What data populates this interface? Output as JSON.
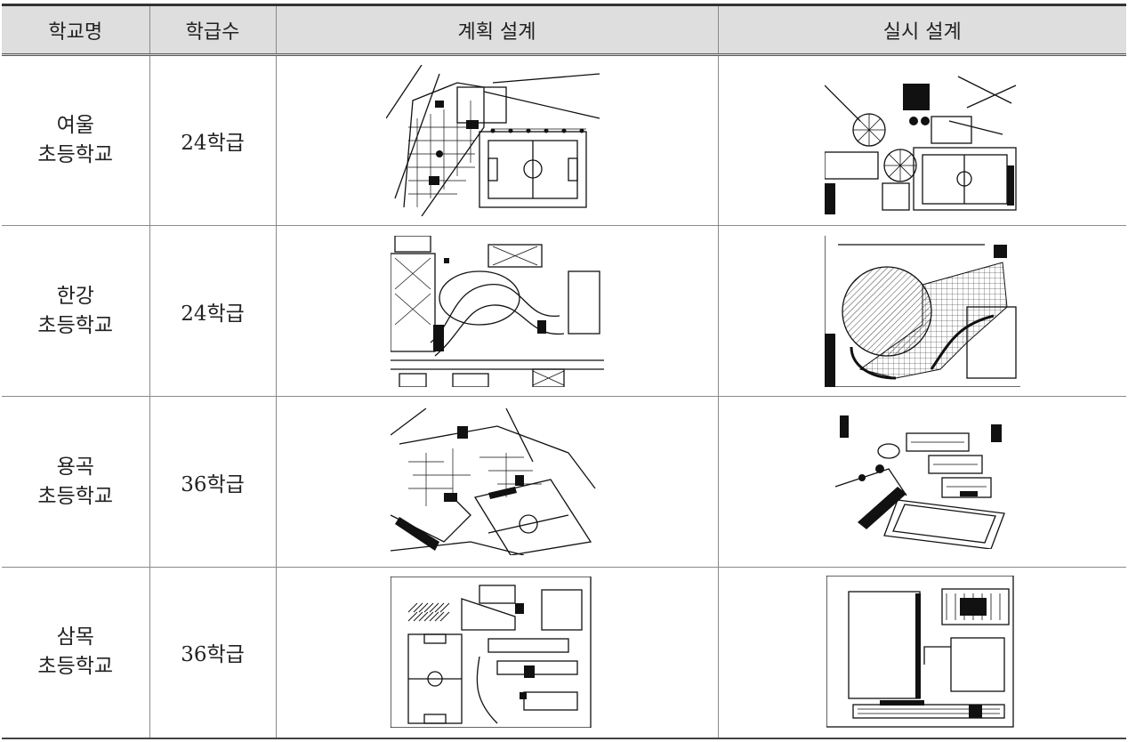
{
  "table": {
    "headers": [
      "학교명",
      "학급수",
      "계획 설계",
      "실시 설계"
    ],
    "rows": [
      {
        "name_line1": "여울",
        "name_line2": "초등학교",
        "classes": "24학급",
        "plan_icon": "site-plan-drawing",
        "exec_icon": "site-plan-drawing"
      },
      {
        "name_line1": "한강",
        "name_line2": "초등학교",
        "classes": "24학급",
        "plan_icon": "site-plan-drawing",
        "exec_icon": "site-plan-drawing"
      },
      {
        "name_line1": "용곡",
        "name_line2": "초등학교",
        "classes": "36학급",
        "plan_icon": "site-plan-drawing",
        "exec_icon": "site-plan-drawing"
      },
      {
        "name_line1": "삼목",
        "name_line2": "초등학교",
        "classes": "36학급",
        "plan_icon": "site-plan-drawing",
        "exec_icon": "site-plan-drawing"
      }
    ]
  }
}
